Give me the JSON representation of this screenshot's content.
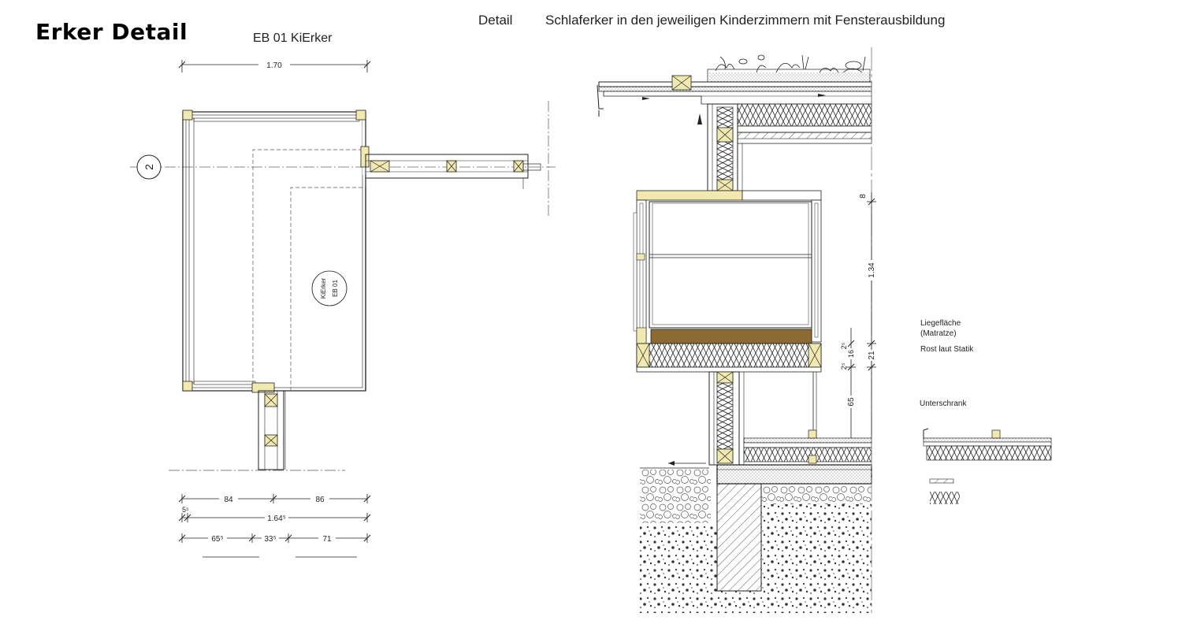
{
  "title": "Erker Detail",
  "plan": {
    "label": "EB 01 KiErker",
    "axis_marker": "2",
    "room_tag": {
      "line1": "KiErker",
      "line2": "EB 01"
    },
    "dim_top": "1.70",
    "dim_row1": [
      "84",
      "86"
    ],
    "dim_row2_small": "5⁵",
    "dim_row2": "1.64⁵",
    "dim_row3": [
      "65⁵",
      "33⁵",
      "71"
    ]
  },
  "detail": {
    "label": "Detail",
    "description": "Schlaferker in den jeweiligen Kinderzimmern mit Fensterausbildung",
    "dims": {
      "d8": "8",
      "d134": "1.34",
      "d21": "21",
      "d16": "16",
      "d2a": "2⁵",
      "d2b": "2⁵",
      "d65": "65"
    },
    "notes": {
      "liegeflaeche": "Liegefläche",
      "matratze": "(Matratze)",
      "rost": "Rost laut Statik",
      "unterschrank": "Unterschrank"
    }
  },
  "colors": {
    "timber": "#f1e9b0",
    "mattress": "#8c6a32",
    "line": "#1a1a1a"
  }
}
